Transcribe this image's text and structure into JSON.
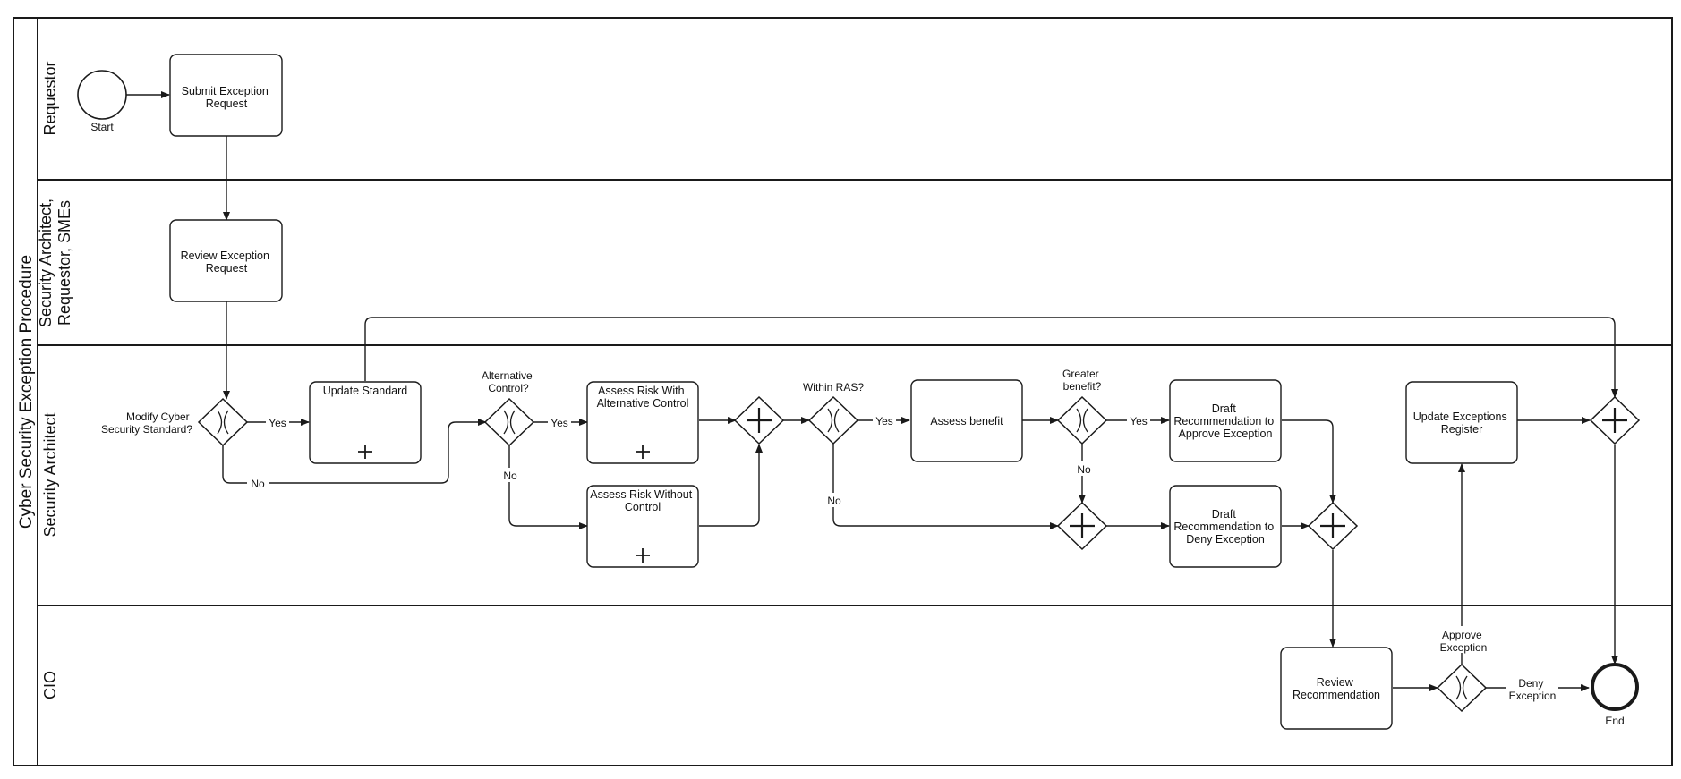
{
  "pool": {
    "title": "Cyber Security Exception Procedure"
  },
  "lanes": {
    "requestor": [
      "Requestor"
    ],
    "architect_smes": [
      "Security Architect,",
      "Requestor, SMEs"
    ],
    "architect": [
      "Security Architect"
    ],
    "cio": [
      "CIO"
    ]
  },
  "events": {
    "start": "Start",
    "end": "End"
  },
  "tasks": {
    "submit": [
      "Submit Exception",
      "Request"
    ],
    "review_request": [
      "Review Exception",
      "Request"
    ],
    "update_standard": [
      "Update Standard"
    ],
    "assess_alt": [
      "Assess Risk With",
      "Alternative Control"
    ],
    "assess_without": [
      "Assess Risk Without",
      "Control"
    ],
    "assess_benefit": [
      "Assess benefit"
    ],
    "draft_approve": [
      "Draft",
      "Recommendation to",
      "Approve Exception"
    ],
    "draft_deny": [
      "Draft",
      "Recommendation to",
      "Deny Exception"
    ],
    "update_register": [
      "Update Exceptions",
      "Register"
    ],
    "review_recommendation": [
      "Review",
      "Recommendation"
    ]
  },
  "gateways": {
    "modify": [
      "Modify Cyber",
      "Security Standard?"
    ],
    "alternative": [
      "Alternative",
      "Control?"
    ],
    "within_ras": [
      "Within RAS?"
    ],
    "greater_benefit": [
      "Greater",
      "benefit?"
    ],
    "approve_label": [
      "Approve",
      "Exception"
    ],
    "deny_label": [
      "Deny",
      "Exception"
    ]
  },
  "flow_labels": {
    "modify_yes": "Yes",
    "modify_no": "No",
    "alt_yes": "Yes",
    "alt_no": "No",
    "ras_yes": "Yes",
    "ras_no": "No",
    "benefit_yes": "Yes",
    "benefit_no": "No"
  },
  "colors": {
    "line": "#1a1a1a",
    "fill": "#ffffff",
    "text": "#111111"
  }
}
